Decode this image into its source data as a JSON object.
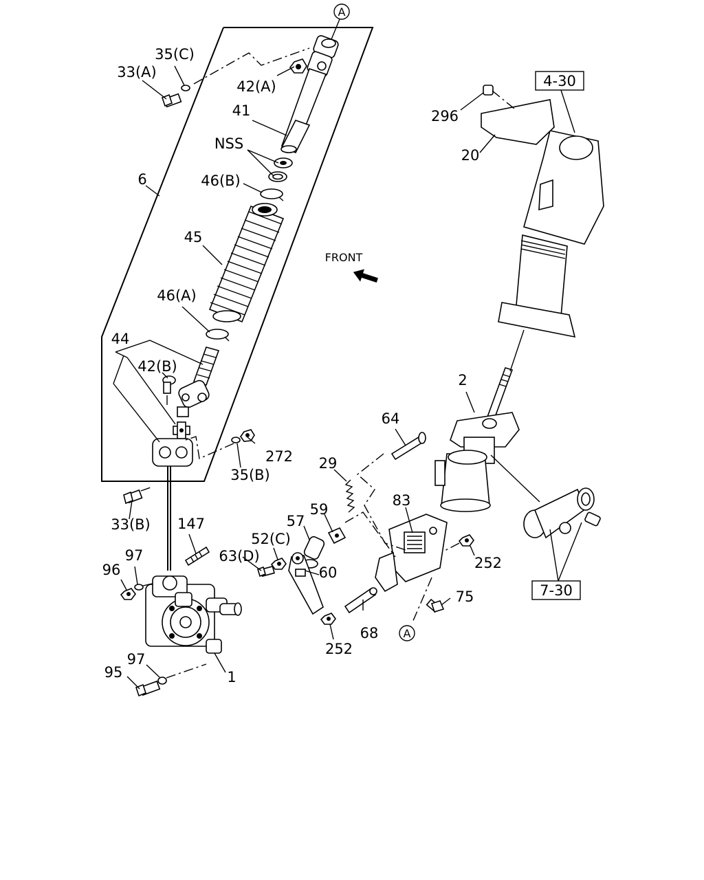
{
  "labels": {
    "ref_a": "A",
    "p35c": "35(C)",
    "p33a": "33(A)",
    "p42a": "42(A)",
    "p41": "41",
    "nss": "NSS",
    "p46b": "46(B)",
    "p6": "6",
    "p45": "45",
    "front": "FRONT",
    "p46a": "46(A)",
    "p44": "44",
    "p42b": "42(B)",
    "p272": "272",
    "p35b": "35(B)",
    "p33b": "33(B)",
    "p147": "147",
    "p97a": "97",
    "p96": "96",
    "p97b": "97",
    "p95": "95",
    "p1": "1",
    "p29": "29",
    "p59": "59",
    "p57": "57",
    "p52c": "52(C)",
    "p63d": "63(D)",
    "p60": "60",
    "p83": "83",
    "p64": "64",
    "p2": "2",
    "p252a": "252",
    "p75": "75",
    "p68": "68",
    "p252b": "252",
    "ref_a2": "A",
    "box_4_30": "4-30",
    "p296": "296",
    "p20": "20",
    "box_7_30": "7-30"
  }
}
